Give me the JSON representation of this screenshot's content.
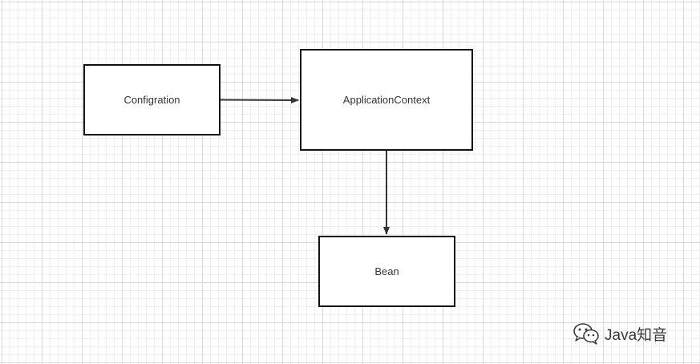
{
  "diagram": {
    "nodes": {
      "config": {
        "label": "Configration"
      },
      "context": {
        "label": "ApplicationContext"
      },
      "bean": {
        "label": "Bean"
      }
    },
    "edges": [
      {
        "from": "Configration",
        "to": "ApplicationContext"
      },
      {
        "from": "ApplicationContext",
        "to": "Bean"
      }
    ]
  },
  "watermark": {
    "icon": "wechat-icon",
    "text": "Java知音"
  },
  "colors": {
    "stroke": "#111111",
    "arrow": "#333333",
    "grid_major": "#d8d8d8",
    "grid_minor": "#efefef"
  }
}
